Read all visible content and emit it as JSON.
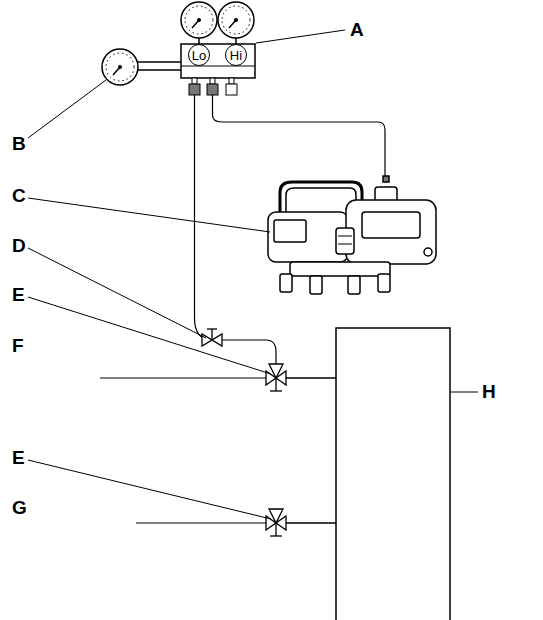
{
  "diagram": {
    "nodes": [
      {
        "text": [
          "Lo"
        ]
      },
      {
        "text": [
          "Hi"
        ]
      }
    ],
    "labels": [
      "A",
      "B",
      "C",
      "D",
      "E",
      "F",
      "E",
      "G",
      "H"
    ]
  }
}
